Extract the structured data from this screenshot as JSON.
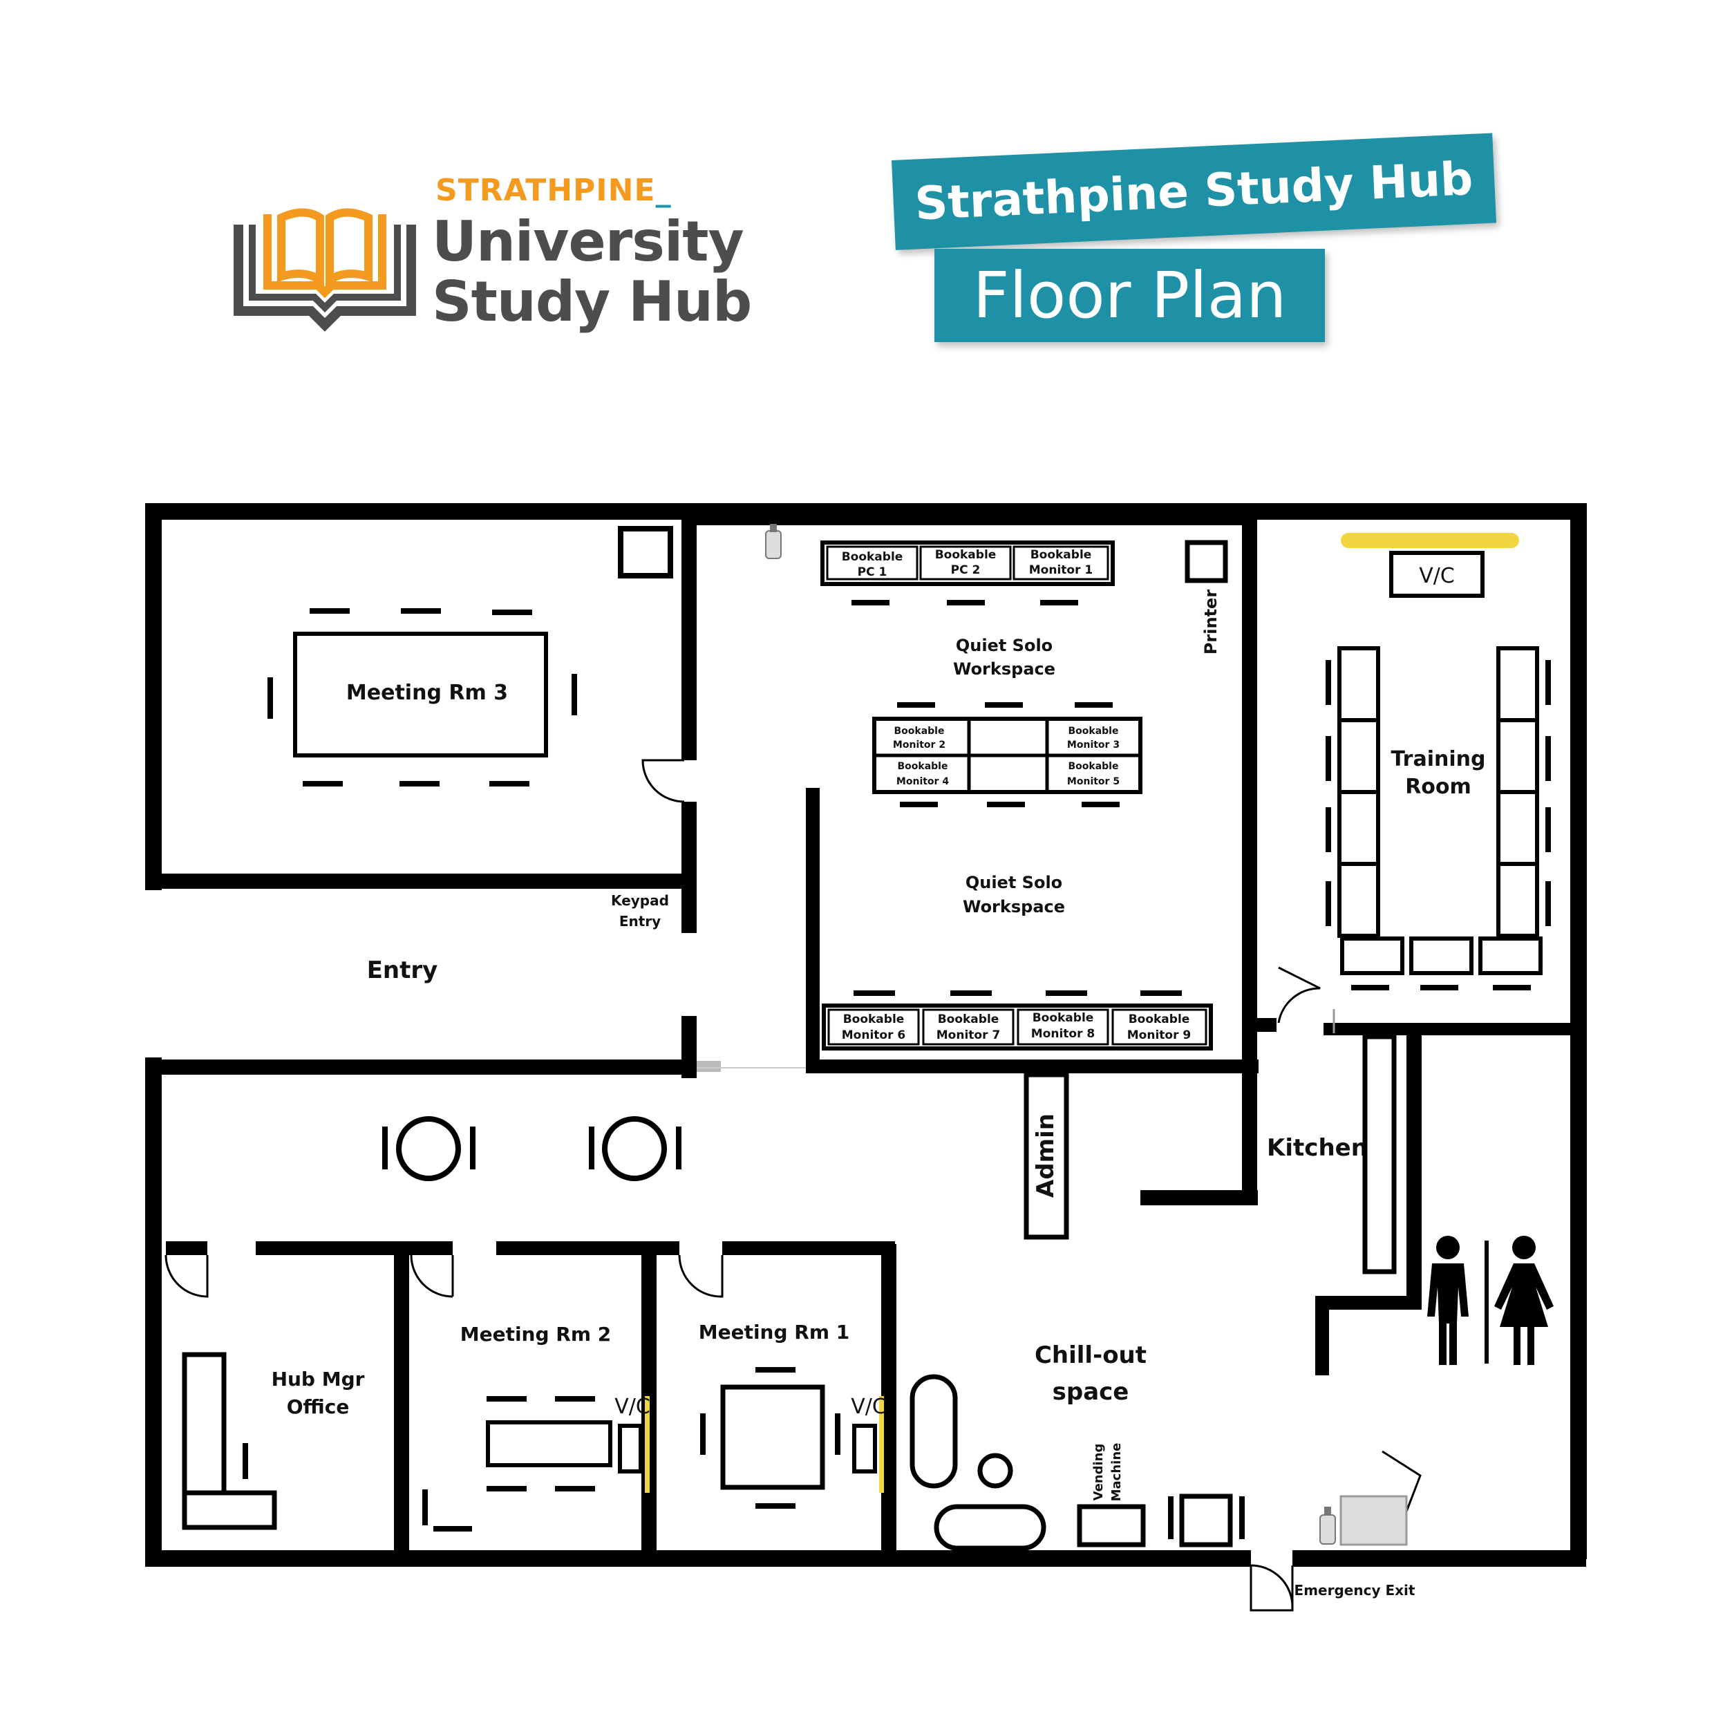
{
  "logo": {
    "top_text": "STRATHPINE",
    "line1": "University",
    "line2": "Study Hub",
    "colors": {
      "orange": "#f39a1f",
      "grey": "#4d4d4f"
    }
  },
  "title": {
    "main": "Strathpine Study Hub",
    "sub": "Floor Plan",
    "color": "#1e91a7"
  },
  "rooms": {
    "meeting_rm3": "Meeting Rm 3",
    "keypad_1": "Keypad",
    "keypad_2": "Entry",
    "entry": "Entry",
    "quiet_a1": "Quiet Solo",
    "quiet_a2": "Workspace",
    "quiet_b1": "Quiet Solo",
    "quiet_b2": "Workspace",
    "printer": "Printer",
    "training_1": "Training",
    "training_2": "Room",
    "vc_training": "V/C",
    "kitchen": "Kitchen",
    "admin": "Admin",
    "hub_mgr_1": "Hub Mgr",
    "hub_mgr_2": "Office",
    "meeting_rm2": "Meeting Rm 2",
    "meeting_rm1": "Meeting Rm 1",
    "vc_rm2": "V/C",
    "vc_rm1": "V/C",
    "chill_1": "Chill-out",
    "chill_2": "space",
    "vending_1": "Vending",
    "vending_2": "Machine",
    "emergency": "Emergency Exit"
  },
  "desks": {
    "pc1": [
      "Bookable",
      "PC 1"
    ],
    "pc2": [
      "Bookable",
      "PC 2"
    ],
    "mon1": [
      "Bookable",
      "Monitor 1"
    ],
    "mon2": [
      "Bookable",
      "Monitor 2"
    ],
    "mon3": [
      "Bookable",
      "Monitor 3"
    ],
    "mon4": [
      "Bookable",
      "Monitor 4"
    ],
    "mon5": [
      "Bookable",
      "Monitor 5"
    ],
    "mon6": [
      "Bookable",
      "Monitor 6"
    ],
    "mon7": [
      "Bookable",
      "Monitor 7"
    ],
    "mon8": [
      "Bookable",
      "Monitor 8"
    ],
    "mon9": [
      "Bookable",
      "Monitor 9"
    ]
  },
  "colors": {
    "wall": "#000000",
    "accent": "#f2d640"
  }
}
